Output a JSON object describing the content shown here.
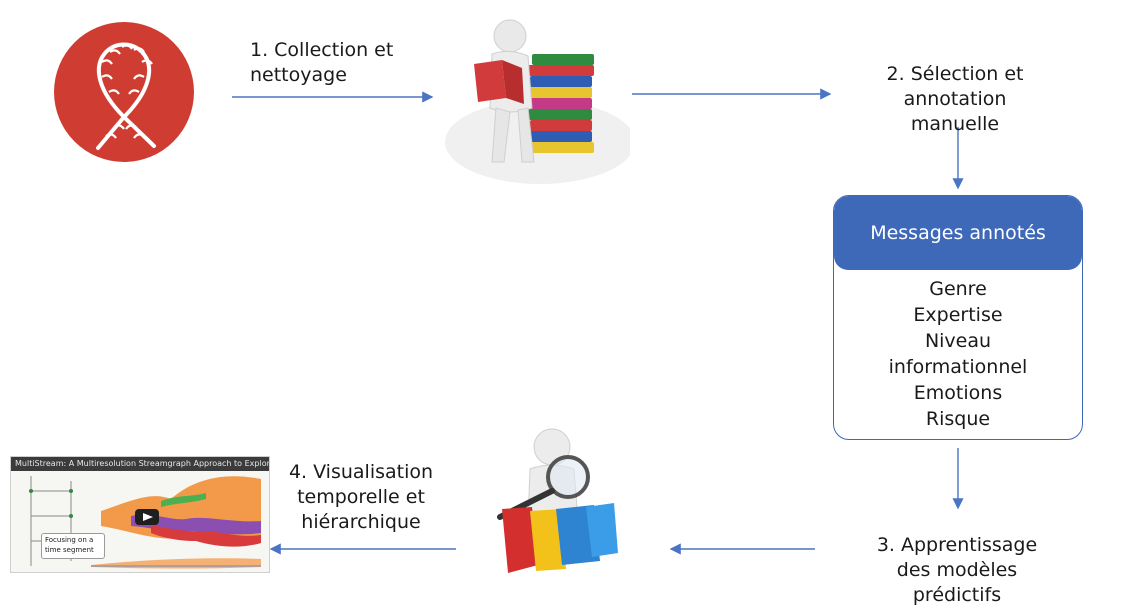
{
  "steps": {
    "step1": "1. Collection et\nnettoyage",
    "step2_line1": "2. Sélection et annotation",
    "step2_line2": "manuelle",
    "step3_line1": "3. Apprentissage",
    "step3_line2": "des  modèles",
    "step3_line3": "prédictifs",
    "step4_line1": "4. Visualisation",
    "step4_line2": "temporelle et",
    "step4_line3": "hiérarchique"
  },
  "box": {
    "header": "Messages annotés",
    "items": [
      "Genre",
      "Expertise",
      "Niveau",
      "informationnel",
      "Emotions",
      "Risque"
    ]
  },
  "video": {
    "title": "MultiStream: A Multiresolution Streamgraph Approach to Explore Hierarchical Time Series",
    "tooltip_line1": "Focusing on a",
    "tooltip_line2": "time segment"
  },
  "icons": {
    "ribbon": "aids-awareness-ribbon-icon",
    "reader": "person-reading-books-icon",
    "magnifier": "person-magnifier-folders-icon",
    "play": "play-icon"
  },
  "colors": {
    "accent": "#3e68b8",
    "ribbon_bg": "#cf3d32",
    "arrow": "#4a74c4"
  }
}
